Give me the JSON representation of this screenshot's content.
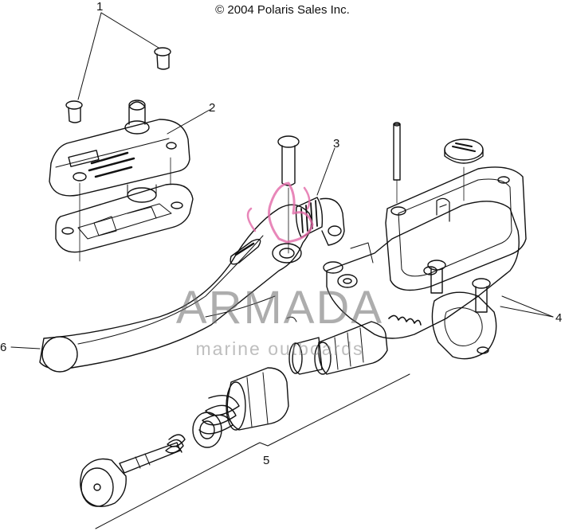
{
  "header": {
    "copyright": "© 2004 Polaris Sales Inc."
  },
  "callouts": [
    "1",
    "2",
    "3",
    "4",
    "5",
    "6"
  ],
  "watermark": {
    "brand": "ARMADA",
    "tagline": "marine outboards",
    "logo_color": "#e36aa8"
  }
}
